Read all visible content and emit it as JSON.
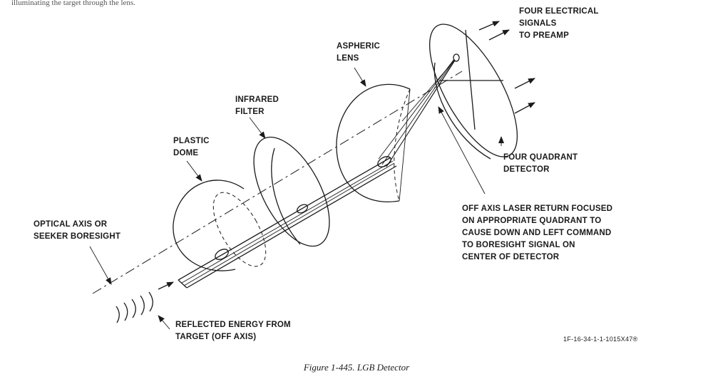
{
  "figure": {
    "top_text": "illuminating the target through the lens.",
    "caption": "Figure 1-445.  LGB Detector",
    "reference_code": "1F-16-34-1-1-1015X47®"
  },
  "labels": {
    "signals": [
      "FOUR ELECTRICAL",
      "SIGNALS",
      "TO PREAMP"
    ],
    "lens": [
      "ASPHERIC",
      "LENS"
    ],
    "filter": [
      "INFRARED",
      "FILTER"
    ],
    "dome": [
      "PLASTIC",
      "DOME"
    ],
    "axis": [
      "OPTICAL AXIS OR",
      "SEEKER BORESIGHT"
    ],
    "detector": [
      "FOUR QUADRANT",
      "DETECTOR"
    ],
    "laser_return": [
      "OFF AXIS LASER RETURN FOCUSED",
      "ON APPROPRIATE QUADRANT TO",
      "CAUSE DOWN AND LEFT COMMAND",
      "TO BORESIGHT SIGNAL ON",
      "CENTER OF DETECTOR"
    ],
    "energy": [
      "REFLECTED ENERGY FROM",
      "TARGET (OFF AXIS)"
    ]
  }
}
